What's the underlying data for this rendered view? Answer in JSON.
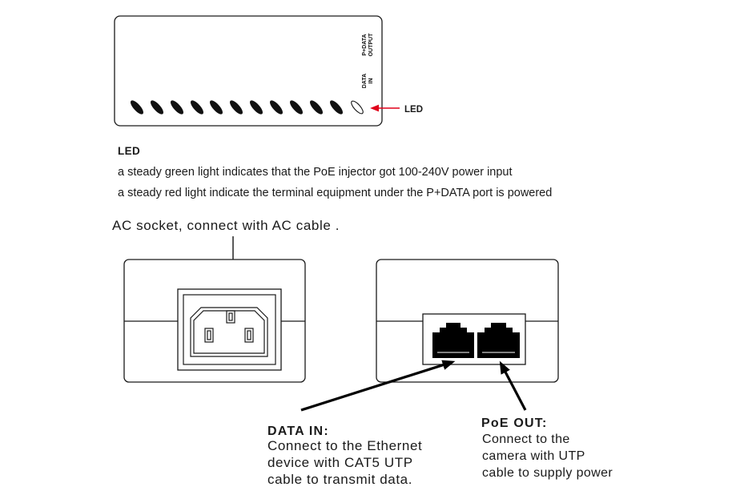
{
  "top_view": {
    "port_labels": {
      "output": [
        "P+DATA",
        "OUTPUT"
      ],
      "input": [
        "DATA",
        "IN"
      ]
    },
    "led_callout": "LED"
  },
  "led_description": {
    "heading": "LED",
    "lines": [
      "a steady green light indicates that the PoE injector got 100-240V power input",
      "a steady red light indicate the terminal equipment under the P+DATA port is powered"
    ]
  },
  "ac_socket": {
    "caption": "AC socket, connect with AC cable ."
  },
  "data_in": {
    "title": "DATA IN:",
    "lines": [
      "Connect to the Ethernet",
      "device with CAT5 UTP",
      "cable to transmit data."
    ]
  },
  "poe_out": {
    "title": "PoE OUT:",
    "lines": [
      "Connect to the",
      "camera with UTP",
      "cable to supply power"
    ]
  },
  "colors": {
    "led_arrow": "#e0001a",
    "outline": "#1a1a1a",
    "jack": "#000000"
  }
}
